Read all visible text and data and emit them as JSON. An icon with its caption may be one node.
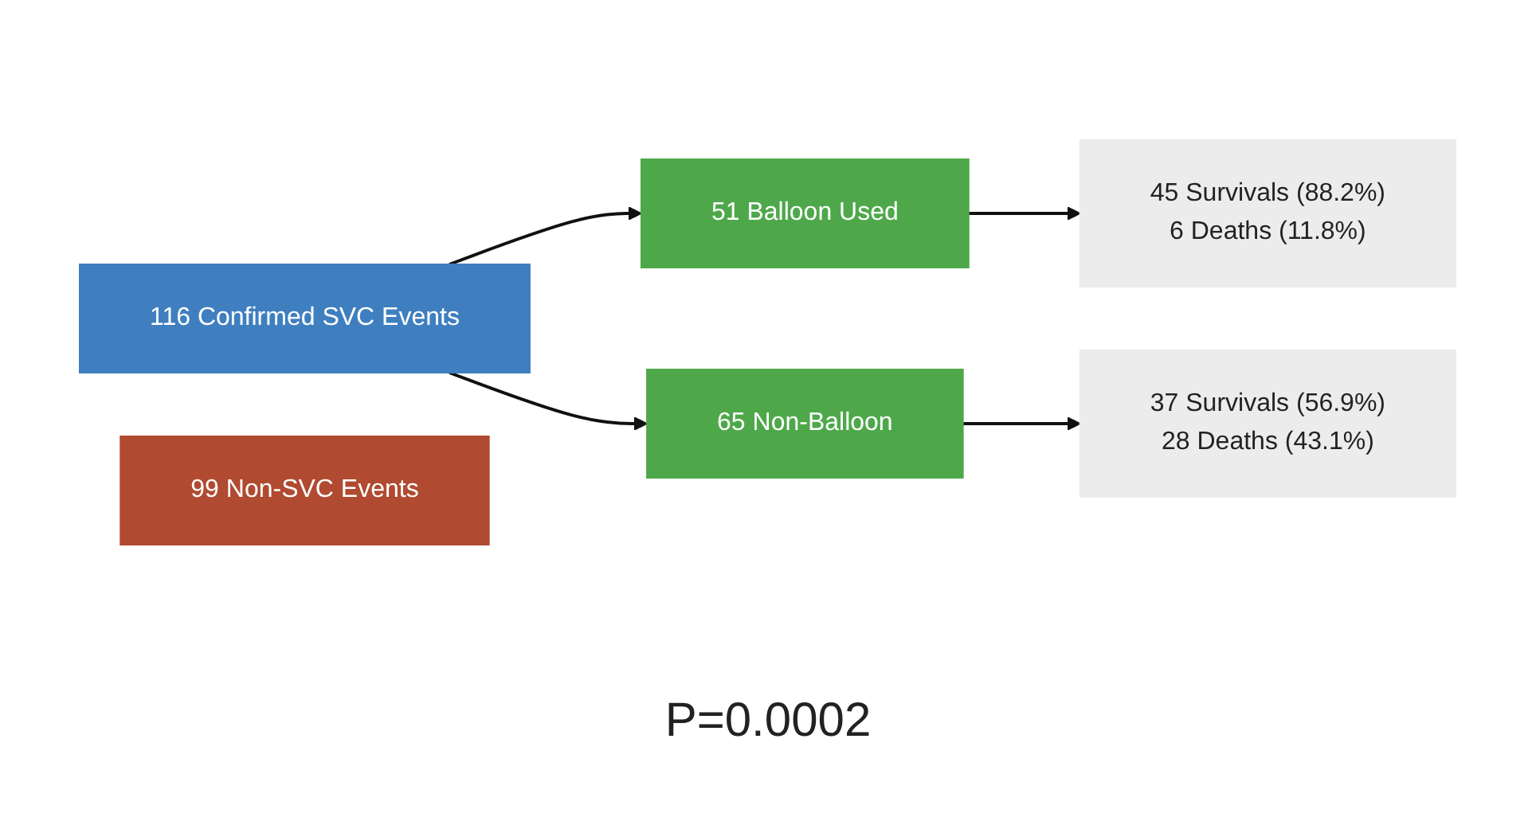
{
  "diagram": {
    "nodes": [
      {
        "text": [
          "116 Confirmed SVC Events"
        ]
      },
      {
        "text": [
          "51 Balloon Used"
        ]
      },
      {
        "text": [
          "65 Non-Balloon"
        ]
      },
      {
        "text": [
          "45 Survivals (88.2%)",
          "6 Deaths (11.8%)"
        ]
      },
      {
        "text": [
          "37 Survivals (56.9%)",
          "28 Deaths (43.1%)"
        ]
      },
      {
        "text": [
          "99 Non-SVC Events"
        ]
      }
    ],
    "edges": [
      {
        "from": 0,
        "to": 1,
        "arrow": "to"
      },
      {
        "from": 0,
        "to": 2,
        "arrow": "to"
      },
      {
        "from": 1,
        "to": 3,
        "arrow": "to"
      },
      {
        "from": 2,
        "to": 4,
        "arrow": "to"
      }
    ],
    "labels": [
      "P=0.0002"
    ]
  }
}
